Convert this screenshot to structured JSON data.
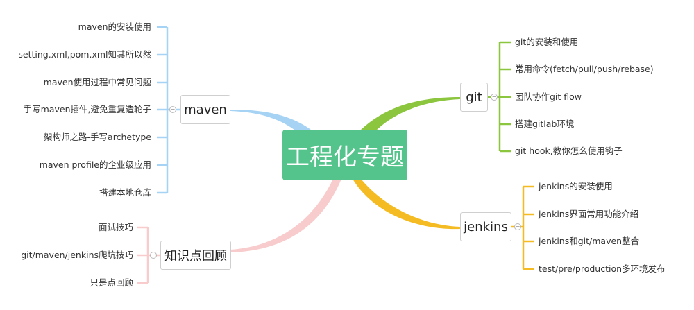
{
  "central_topic": "工程化专题",
  "branches": {
    "maven": {
      "label": "maven",
      "color": "#a6d2f4",
      "items": [
        "maven的安装使用",
        "setting.xml,pom.xml知其所以然",
        "maven使用过程中常见问题",
        "手写maven插件,避免重复造轮子",
        "架构师之路-手写archetype",
        "maven profile的企业级应用",
        "搭建本地仓库"
      ]
    },
    "review": {
      "label": "知识点回顾",
      "color": "#f8cccc",
      "items": [
        "面试技巧",
        "git/maven/jenkins爬坑技巧",
        "只是点回顾"
      ]
    },
    "git": {
      "label": "git",
      "color": "#8cc63f",
      "items": [
        "git的安装和使用",
        "常用命令(fetch/pull/push/rebase)",
        "团队协作git flow",
        "搭建gitlab环境",
        "git hook,教你怎么使用钩子"
      ]
    },
    "jenkins": {
      "label": "jenkins",
      "color": "#f4bb22",
      "items": [
        "jenkins的安装使用",
        "jenkins界面常用功能介绍",
        "jenkins和git/maven整合",
        "test/pre/production多环境发布"
      ]
    }
  },
  "collapse_symbol": "−",
  "central_color": "#55c48c"
}
